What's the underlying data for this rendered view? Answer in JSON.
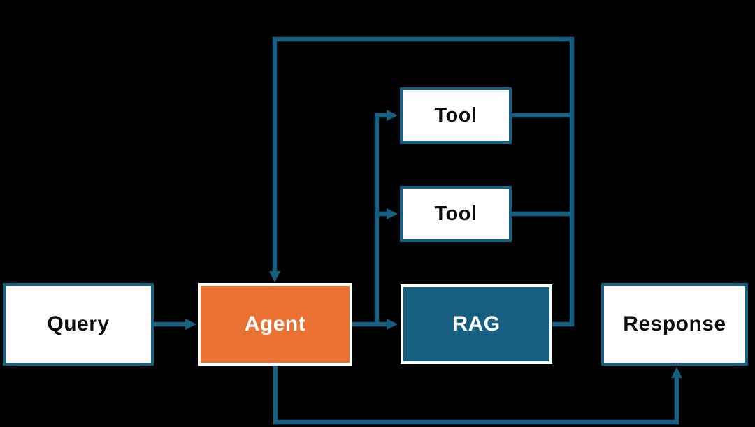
{
  "diagram": {
    "description": "Agentic RAG flow diagram",
    "background_color": "#000000",
    "colors": {
      "line_teal": "#156082",
      "node_orange": "#E97132",
      "node_teal": "#156082",
      "node_white": "#FFFFFF",
      "text_dark": "#0D0D0D",
      "text_light": "#FFFFFF"
    },
    "nodes": {
      "query": {
        "label": "Query",
        "fill": "#FFFFFF",
        "border": "#156082",
        "text_color": "#0D0D0D"
      },
      "agent": {
        "label": "Agent",
        "fill": "#E97132",
        "border": "#FFFFFF",
        "text_color": "#FFFFFF"
      },
      "tool_top": {
        "label": "Tool",
        "fill": "#FFFFFF",
        "border": "#156082",
        "text_color": "#0D0D0D"
      },
      "tool_bottom": {
        "label": "Tool",
        "fill": "#FFFFFF",
        "border": "#156082",
        "text_color": "#0D0D0D"
      },
      "rag": {
        "label": "RAG",
        "fill": "#156082",
        "border": "#FFFFFF",
        "text_color": "#FFFFFF"
      },
      "response": {
        "label": "Response",
        "fill": "#FFFFFF",
        "border": "#156082",
        "text_color": "#0D0D0D"
      }
    },
    "edges": [
      {
        "from": "query",
        "to": "agent",
        "style": "arrow-right"
      },
      {
        "from": "agent",
        "to": "rag",
        "style": "arrow-right"
      },
      {
        "from": "agent",
        "to": "tool_top",
        "style": "branch-up-arrow-right"
      },
      {
        "from": "agent",
        "to": "tool_bottom",
        "style": "branch-up-arrow-right"
      },
      {
        "from": "tool_top",
        "to": "agent",
        "style": "joins-top-feedback-loop"
      },
      {
        "from": "tool_bottom",
        "to": "agent",
        "style": "joins-top-feedback-loop"
      },
      {
        "from": "rag",
        "to": "agent",
        "style": "top-feedback-loop-arrow-down-into-agent"
      },
      {
        "from": "agent",
        "to": "response",
        "style": "bottom-loop-arrow-up-into-response"
      }
    ]
  }
}
